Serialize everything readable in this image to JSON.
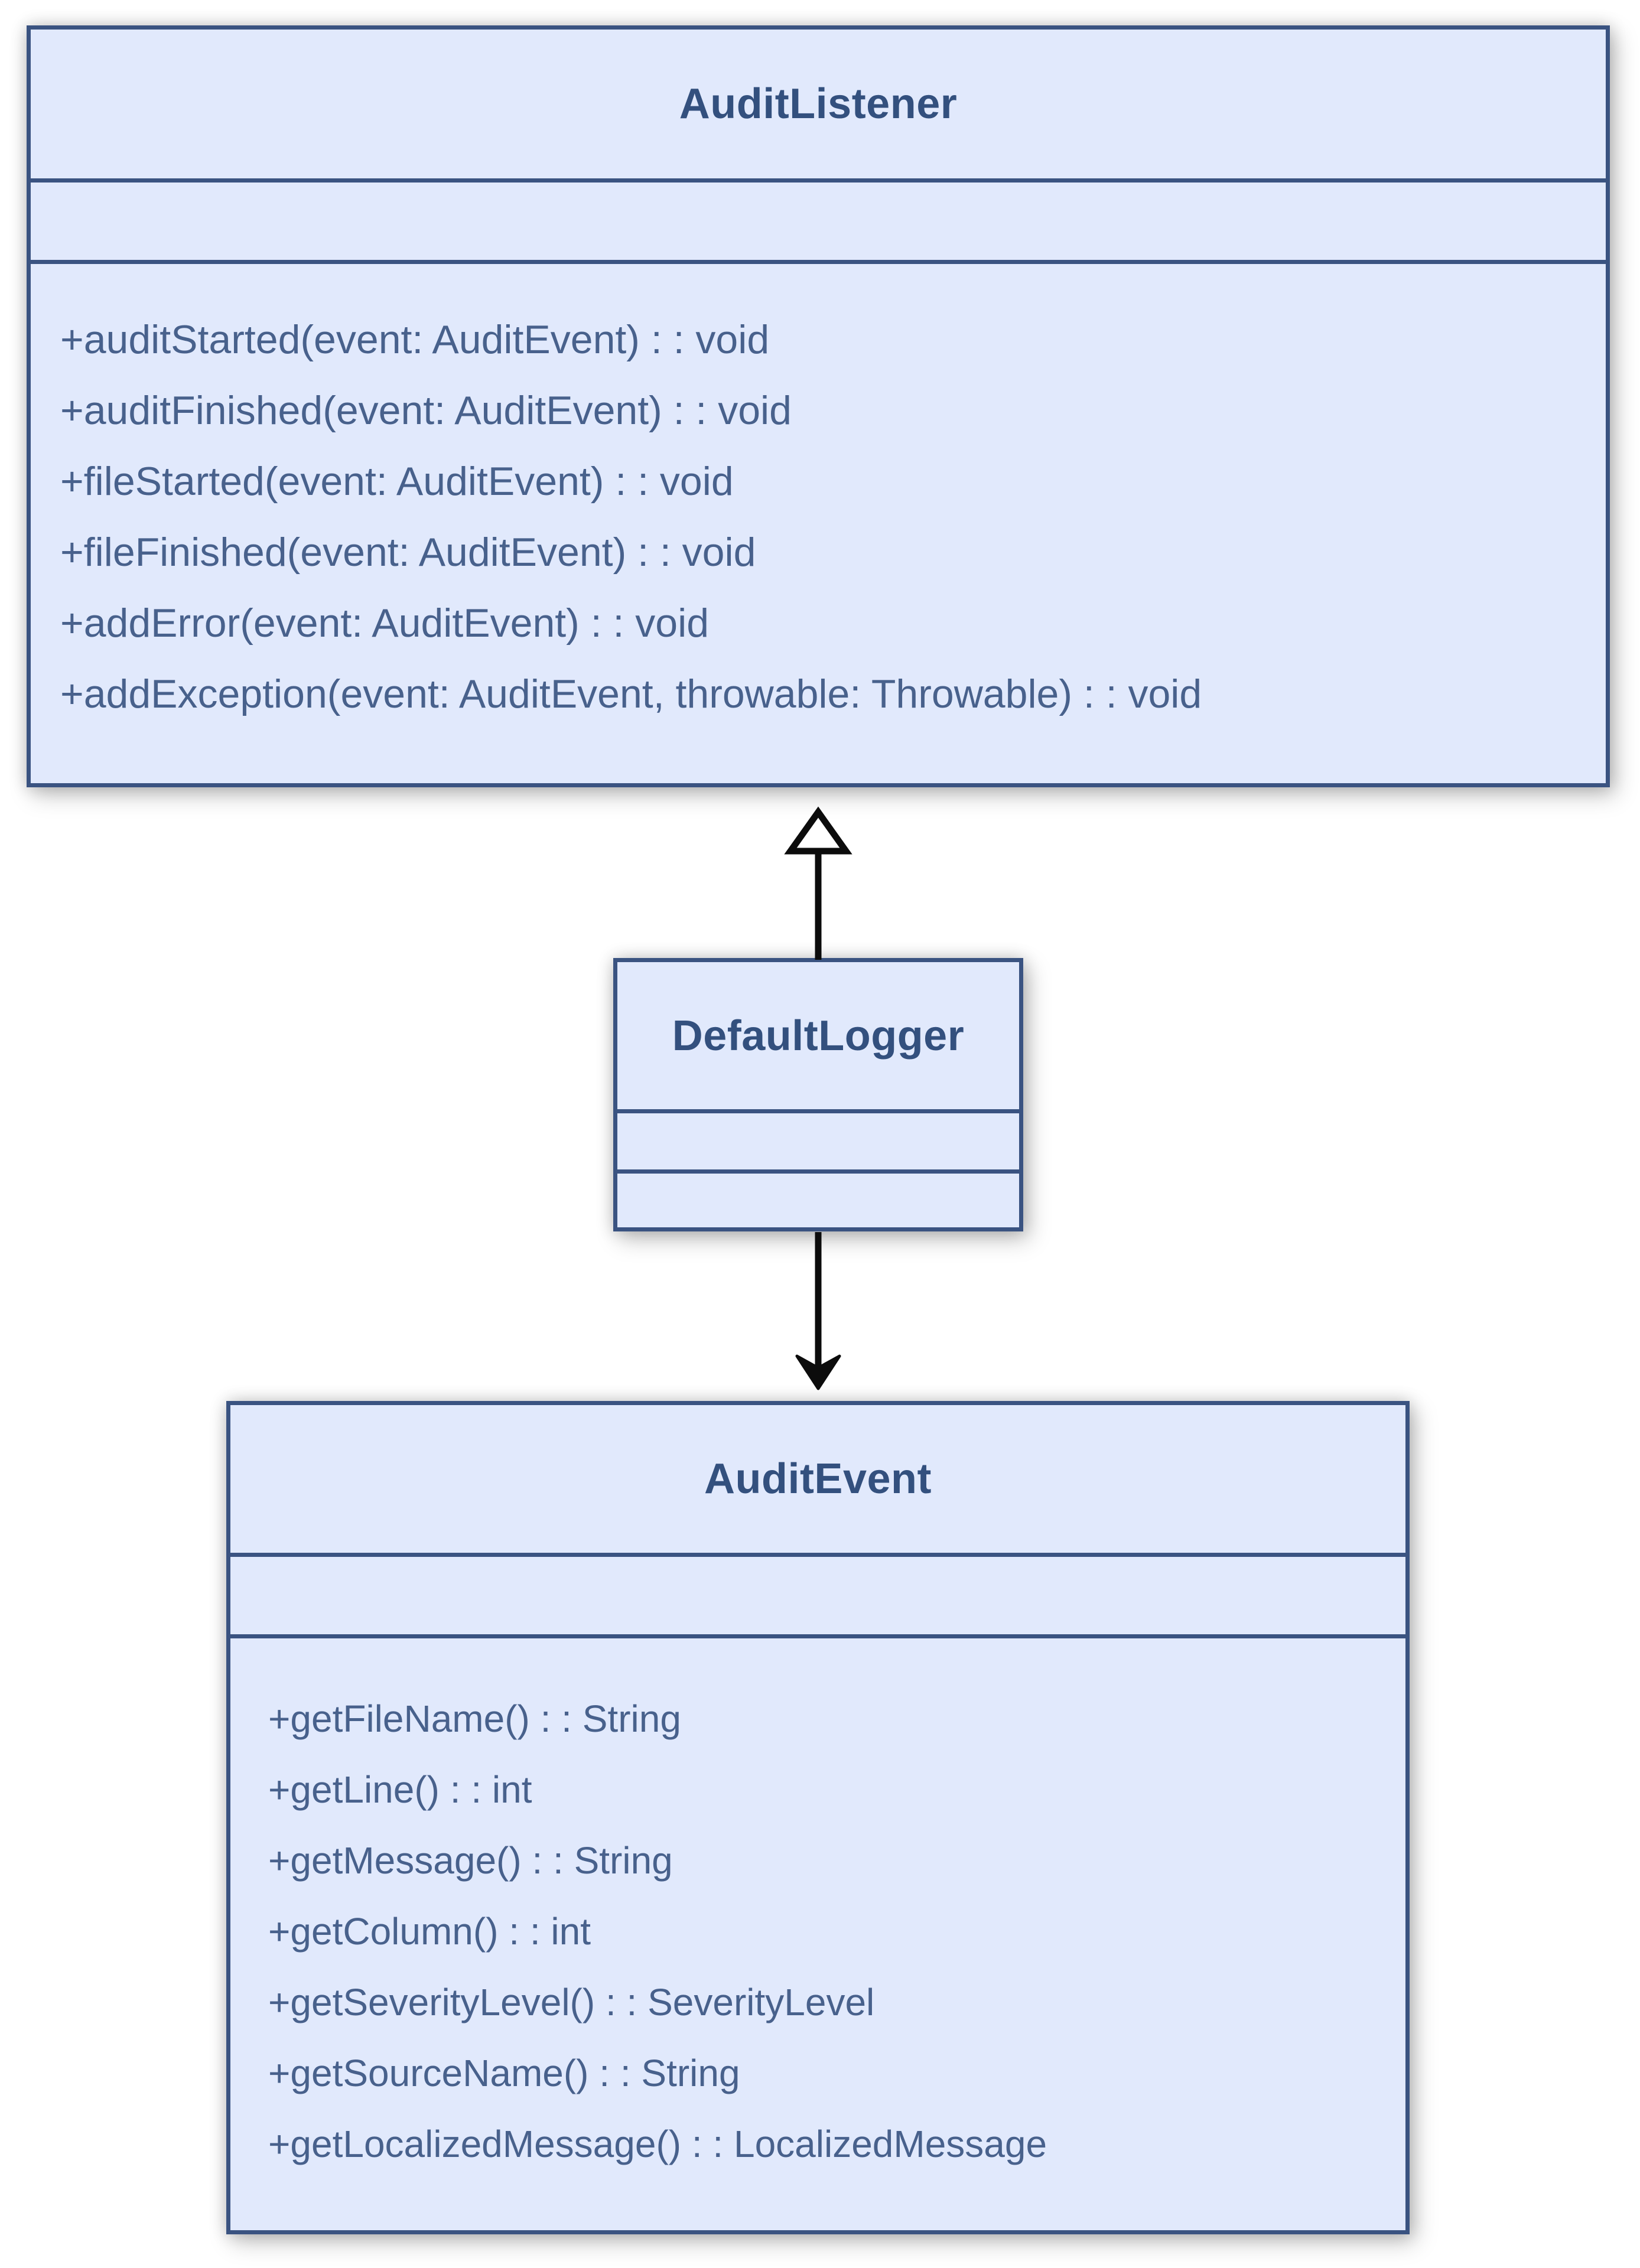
{
  "diagram": {
    "type": "uml-class-diagram",
    "classes": [
      {
        "name": "AuditListener",
        "attributes": [],
        "methods": [
          "+auditStarted(event: AuditEvent) : : void",
          "+auditFinished(event: AuditEvent) : : void",
          "+fileStarted(event: AuditEvent) : : void",
          "+fileFinished(event: AuditEvent) : : void",
          "+addError(event: AuditEvent) : : void",
          "+addException(event: AuditEvent, throwable: Throwable) : : void"
        ]
      },
      {
        "name": "DefaultLogger",
        "attributes": [],
        "methods": []
      },
      {
        "name": "AuditEvent",
        "attributes": [],
        "methods": [
          "+getFileName() : : String",
          "+getLine() : : int",
          "+getMessage() : : String",
          "+getColumn() : : int",
          "+getSeverityLevel() : : SeverityLevel",
          "+getSourceName() : : String",
          "+getLocalizedMessage() : : LocalizedMessage"
        ]
      }
    ],
    "relationships": [
      {
        "from": "DefaultLogger",
        "to": "AuditListener",
        "type": "generalization",
        "arrowhead": "hollow-triangle-up"
      },
      {
        "from": "DefaultLogger",
        "to": "AuditEvent",
        "type": "directed-association",
        "arrowhead": "filled-barb-down"
      }
    ],
    "colors": {
      "box_fill": "#e1e9fc",
      "box_border": "#3a5381",
      "title_text": "#33507e",
      "method_text": "#48618c",
      "arrow": "#0c0c0c",
      "background": "#ffffff"
    }
  }
}
